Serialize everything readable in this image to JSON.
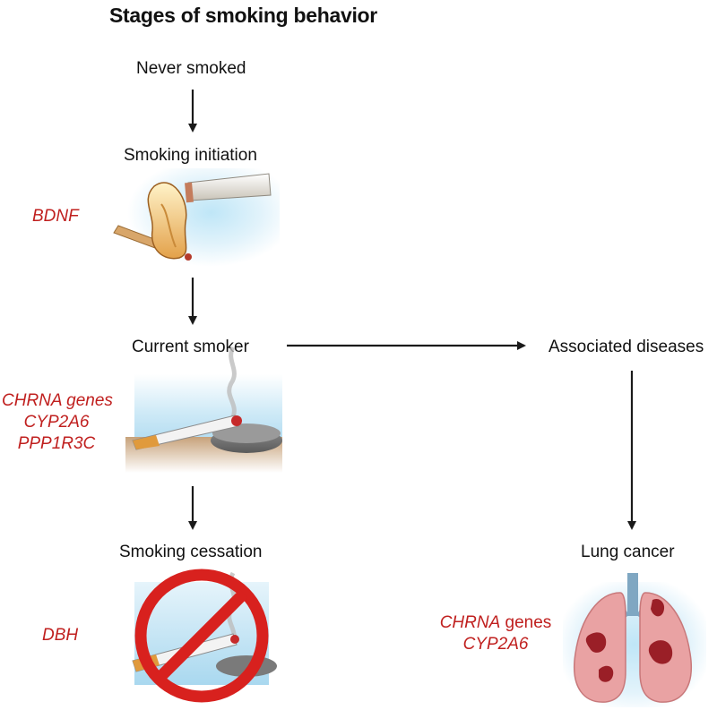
{
  "title": "Stages of smoking behavior",
  "stages": {
    "never_smoked": "Never smoked",
    "initiation": "Smoking initiation",
    "current": "Current smoker",
    "cessation": "Smoking cessation",
    "associated": "Associated diseases",
    "lung_cancer": "Lung cancer"
  },
  "genes": {
    "initiation": "BDNF",
    "current": [
      "CHRNA genes",
      "CYP2A6",
      "PPP1R3C"
    ],
    "cessation": "DBH",
    "lung_cancer": {
      "line1_italic": "CHRNA",
      "line1_plain": " genes",
      "line2": "CYP2A6"
    }
  },
  "colors": {
    "gene_text": "#c0201f",
    "arrow": "#1a1a1a",
    "glow": "#9fd7f2",
    "lung": "#e9a2a3",
    "no_sign": "#d8211e"
  },
  "icons": [
    "match-cigarette-icon",
    "cigarette-ashtray-icon",
    "no-smoking-icon",
    "lungs-icon"
  ]
}
